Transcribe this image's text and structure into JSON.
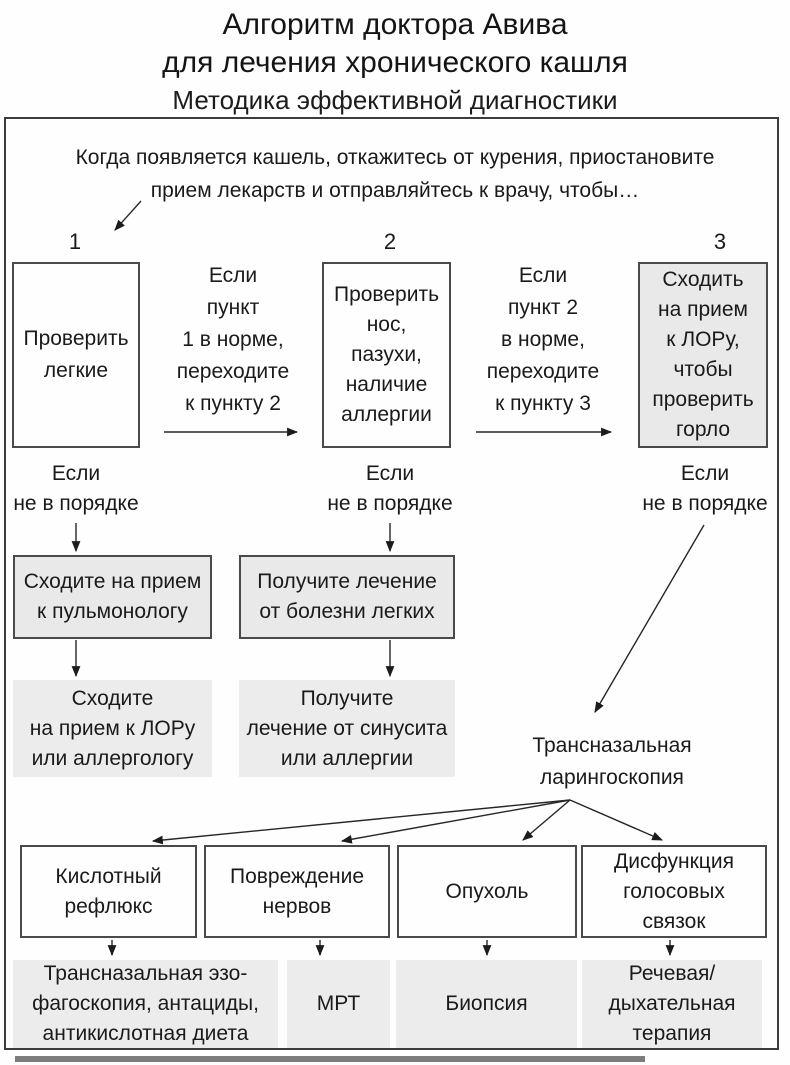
{
  "page": {
    "title_line1": "Алгоритм доктора Авива",
    "title_line2": "для лечения хронического кашля",
    "title_line3": "Методика эффективной диагностики"
  },
  "flow": {
    "intro": "Когда появляется кашель, откажитесь от курения, приостановите\nприем лекарств и отправляйтесь к врачу, чтобы…",
    "step_numbers": [
      "1",
      "2",
      "3"
    ],
    "box_check_lungs": "Проверить\nлегкие",
    "cond_1_to_2": "Если\nпункт\n1 в норме,\nпереходите\nк пункту 2",
    "box_check_nose": "Проверить\nнос,\nпазухи,\nналичие\nаллергии",
    "cond_2_to_3": "Если\nпункт 2\nв норме,\nпереходите\nк пункту 3",
    "box_ent_throat": "Сходить\nна прием\nк ЛОРу,\nчтобы\nпроверить\nгорло",
    "if_not_ok": "Если\nне в порядке",
    "box_pulmonologist": "Сходите на прием\nк пульмонологу",
    "box_lung_treatment": "Получите лечение\nот болезни легких",
    "box_ent_or_allergist": "Сходите\nна прием к ЛОРу\nили аллергологу",
    "box_sinusitis_treatment": "Получите\nлечение от синусита\nили аллергии",
    "laryngoscopy_label": "Трансназальная\nларингоскопия",
    "causes": [
      "Кислотный\nрефлюкс",
      "Повреждение\nнервов",
      "Опухоль",
      "Дисфункция\nголосовых\nсвязок"
    ],
    "treatments": [
      "Трансназальная эзо-\nфагоскопия, антациды,\nантикислотная диета",
      "МРТ",
      "Биопсия",
      "Речевая/\nдыхательная\nтерапия"
    ]
  },
  "colors": {
    "text": "#1a1a1a",
    "border": "#4a4a4a",
    "grey_fill": "#e9e9e9"
  }
}
